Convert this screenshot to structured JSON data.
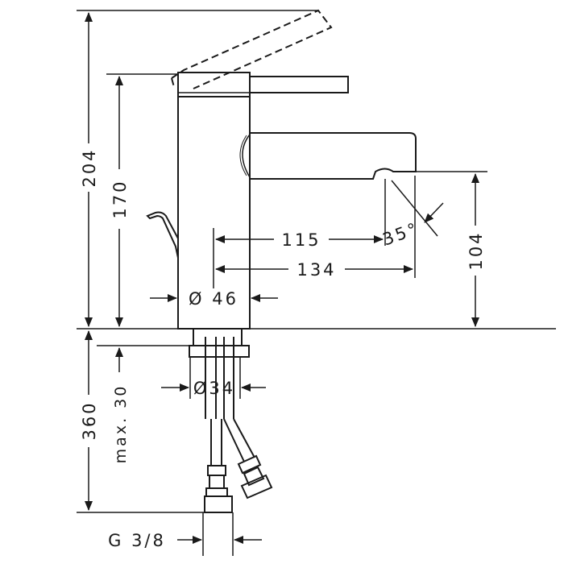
{
  "dimensions": {
    "total_height": "204",
    "body_height": "170",
    "spout_height": "104",
    "spout_reach_inner": "115",
    "spout_reach_outer": "134",
    "body_diameter": "Ø 46",
    "spout_angle": "35°",
    "hole_diameter": "Ø34",
    "hose_length": "360",
    "max_counter_thickness": "max. 30",
    "thread": "G 3/8"
  },
  "colors": {
    "line": "#1a1a1a",
    "background": "#ffffff"
  }
}
